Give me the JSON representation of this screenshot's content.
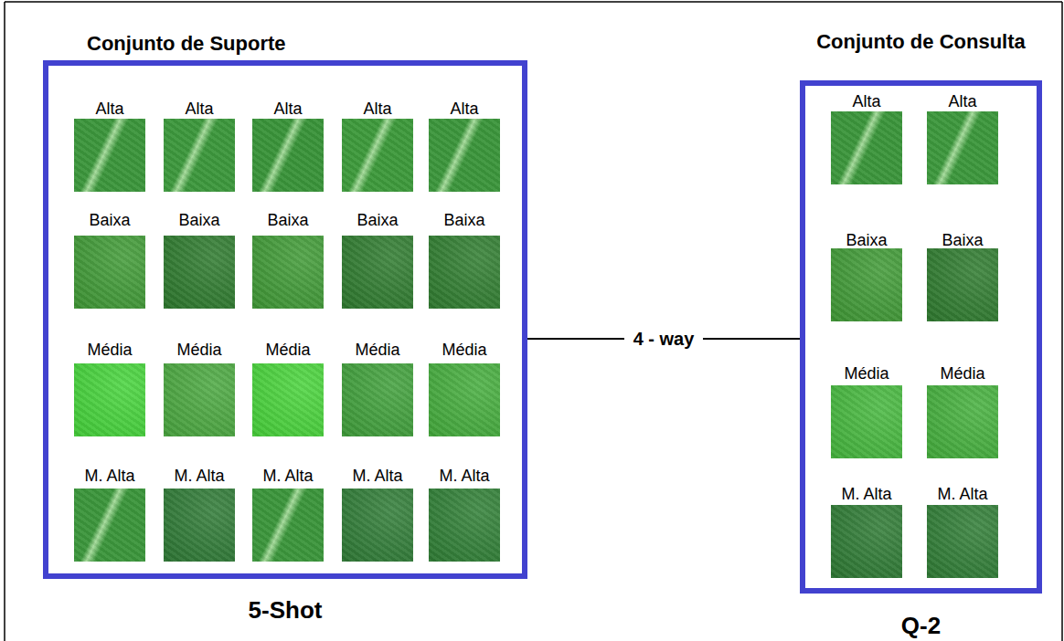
{
  "diagram": {
    "nodes": [
      {
        "text": [
          "Conjunto de Suporte",
          "5-Shot"
        ]
      },
      {
        "text": [
          "Alta"
        ],
        "in": 0
      },
      {
        "text": [
          "Alta"
        ],
        "in": 0
      },
      {
        "text": [
          "Alta"
        ],
        "in": 0
      },
      {
        "text": [
          "Alta"
        ],
        "in": 0
      },
      {
        "text": [
          "Alta"
        ],
        "in": 0
      },
      {
        "text": [
          "Baixa"
        ],
        "in": 0
      },
      {
        "text": [
          "Baixa"
        ],
        "in": 0
      },
      {
        "text": [
          "Baixa"
        ],
        "in": 0
      },
      {
        "text": [
          "Baixa"
        ],
        "in": 0
      },
      {
        "text": [
          "Baixa"
        ],
        "in": 0
      },
      {
        "text": [
          "Média"
        ],
        "in": 0
      },
      {
        "text": [
          "Média"
        ],
        "in": 0
      },
      {
        "text": [
          "Média"
        ],
        "in": 0
      },
      {
        "text": [
          "Média"
        ],
        "in": 0
      },
      {
        "text": [
          "Média"
        ],
        "in": 0
      },
      {
        "text": [
          "M. Alta"
        ],
        "in": 0
      },
      {
        "text": [
          "M. Alta"
        ],
        "in": 0
      },
      {
        "text": [
          "M. Alta"
        ],
        "in": 0
      },
      {
        "text": [
          "M. Alta"
        ],
        "in": 0
      },
      {
        "text": [
          "M. Alta"
        ],
        "in": 0
      },
      {
        "text": [
          "Conjunto de Consulta",
          "Q-2"
        ]
      },
      {
        "text": [
          "Alta"
        ],
        "in": 21
      },
      {
        "text": [
          "Alta"
        ],
        "in": 21
      },
      {
        "text": [
          "Baixa"
        ],
        "in": 21
      },
      {
        "text": [
          "Baixa"
        ],
        "in": 21
      },
      {
        "text": [
          "Média"
        ],
        "in": 21
      },
      {
        "text": [
          "Média"
        ],
        "in": 21
      },
      {
        "text": [
          "M. Alta"
        ],
        "in": 21
      },
      {
        "text": [
          "M. Alta"
        ],
        "in": 21
      }
    ],
    "edges": [
      {
        "from": 0,
        "to": 21,
        "label": "4 - way",
        "arrow": "none"
      }
    ]
  }
}
